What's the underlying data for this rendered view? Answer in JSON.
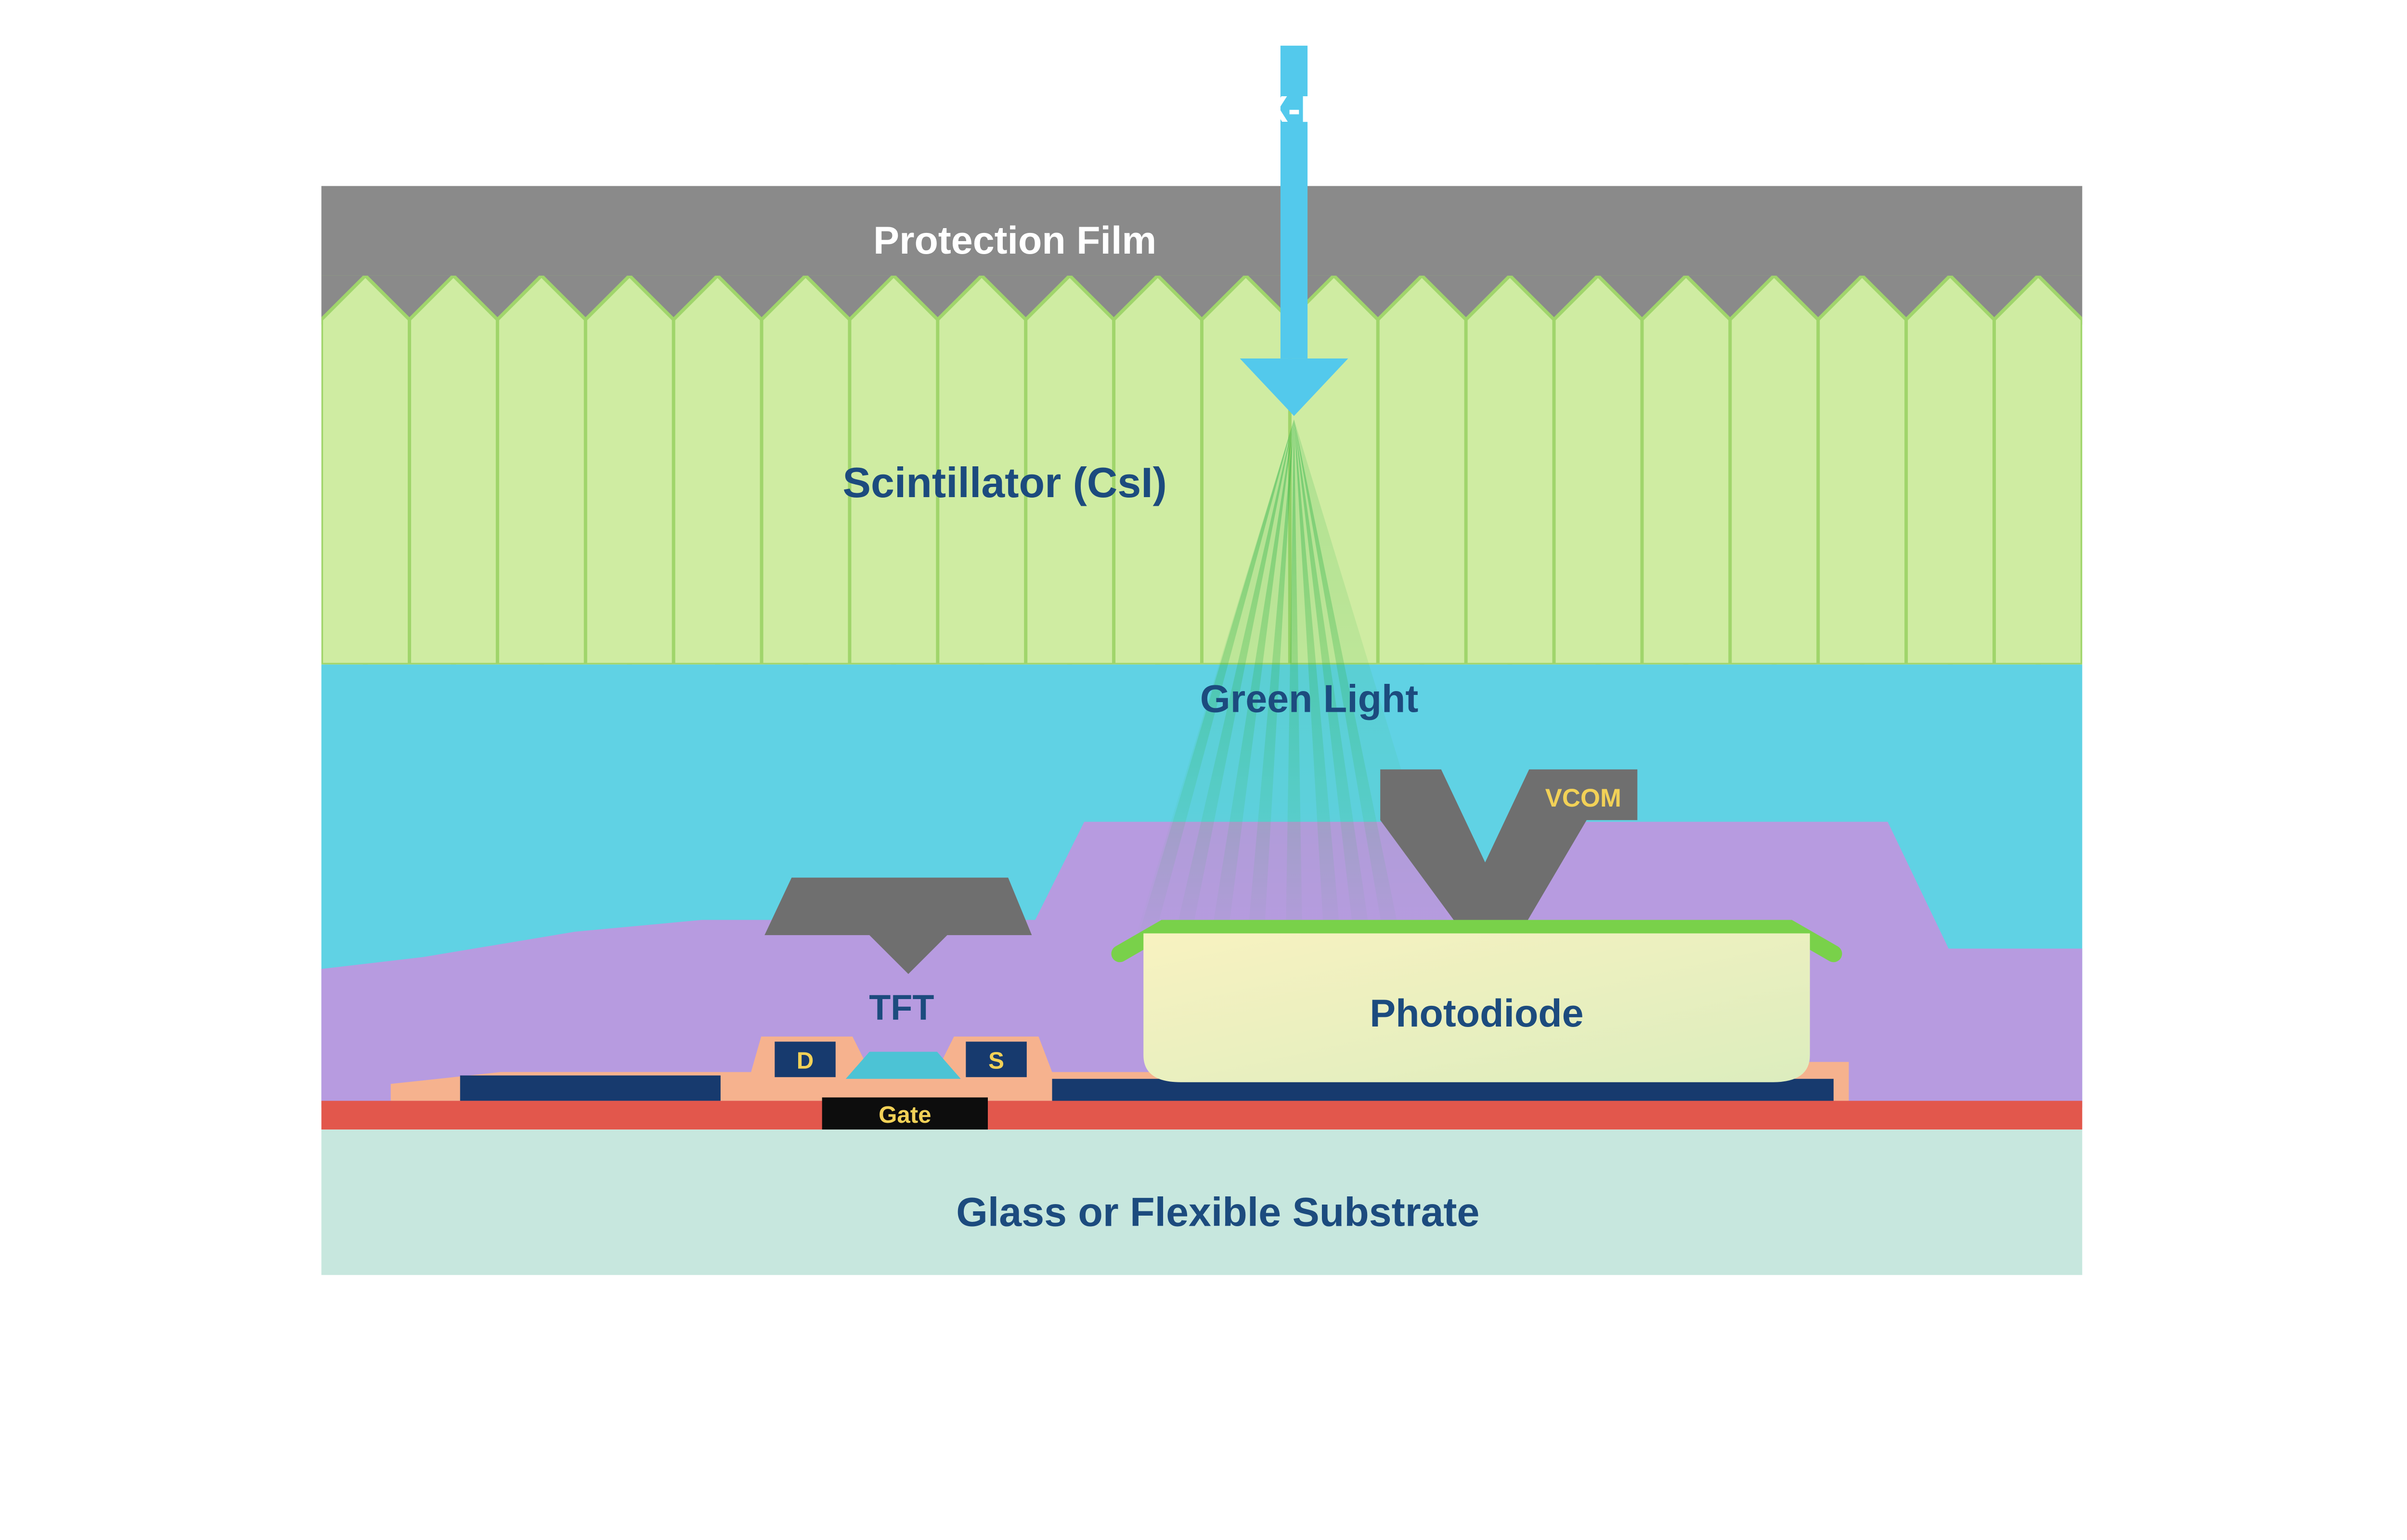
{
  "diagram": {
    "labels": {
      "xray": "X-Ray",
      "protection_film": "Protection Film",
      "scintillator": "Scintillator (CsI)",
      "green_light": "Green Light",
      "vcom": "VCOM",
      "photodiode": "Photodiode",
      "tft": "TFT",
      "drain": "D",
      "source": "S",
      "gate": "Gate",
      "substrate": "Glass or Flexible Substrate"
    },
    "colors": {
      "background": "#ffffff",
      "protection_film": "#8a8a8a",
      "scintillator_fill": "#cfeca2",
      "scintillator_edge": "#a0d56b",
      "air_gap_cyan": "#60d2e4",
      "xray_arrow": "#53c9ec",
      "green_light": "#2eb34b",
      "planarization_purple": "#b79be0",
      "electrode_gray": "#6f6f6f",
      "photodiode_green_top": "#79d14a",
      "photodiode_fill_light": "#f8f2c0",
      "photodiode_fill_green": "#dcedbe",
      "metal_navy": "#173a6e",
      "contact_salmon": "#f6b28e",
      "channel_teal": "#4cc3d5",
      "gate_black": "#0d0d0d",
      "base_red": "#e2574c",
      "substrate_teal": "#c7e7de",
      "label_navy": "#1c4b7e",
      "label_yellow": "#f2d157",
      "label_white": "#ffffff"
    }
  }
}
